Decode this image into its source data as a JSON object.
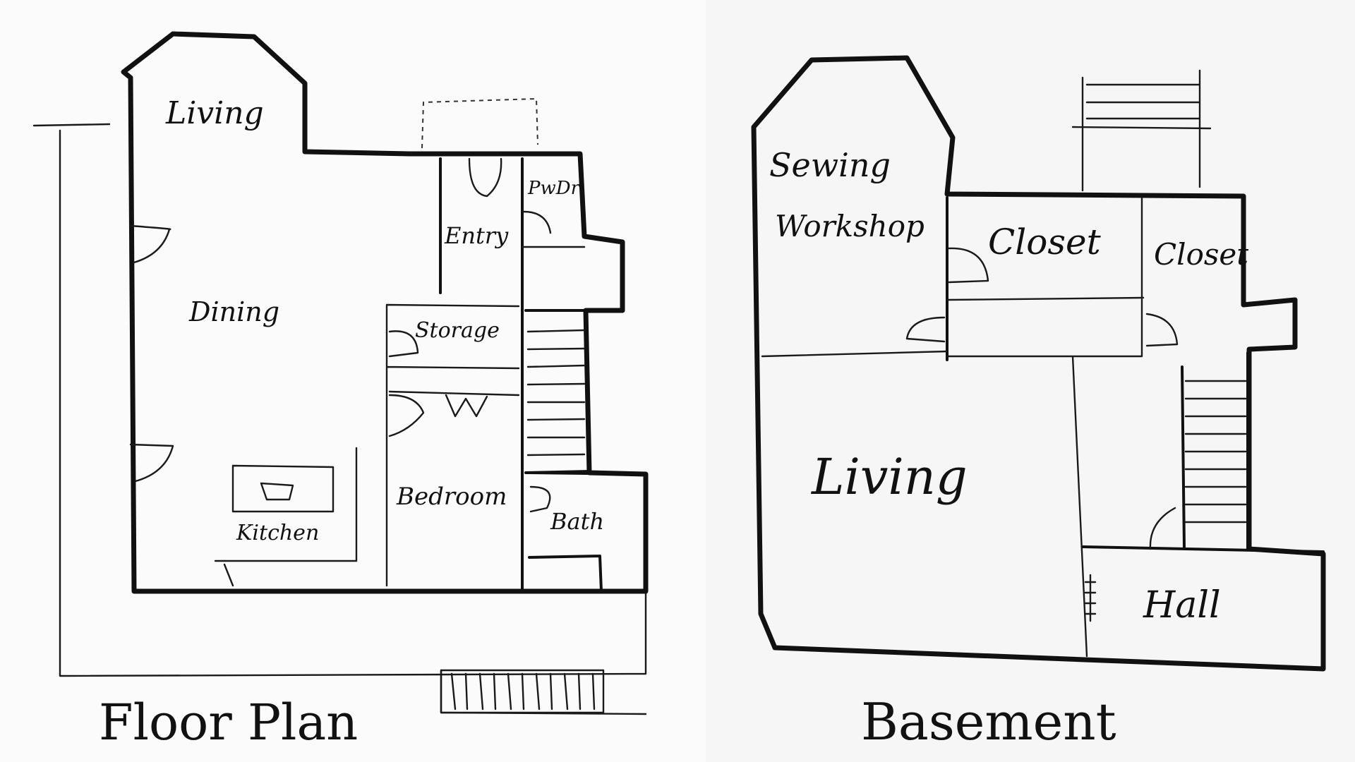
{
  "floor_plan": {
    "title": "Floor Plan",
    "rooms": {
      "living": "Living",
      "dining": "Dining",
      "entry": "Entry",
      "pwdr": "PwDr",
      "storage": "Storage",
      "kitchen": "Kitchen",
      "bedroom": "Bedroom",
      "bath": "Bath"
    }
  },
  "basement": {
    "title": "Basement",
    "rooms": {
      "sewing": "Sewing",
      "workshop": "Workshop",
      "closet_1": "Closet",
      "closet_2": "Closet",
      "living": "Living",
      "hall": "Hall"
    }
  }
}
